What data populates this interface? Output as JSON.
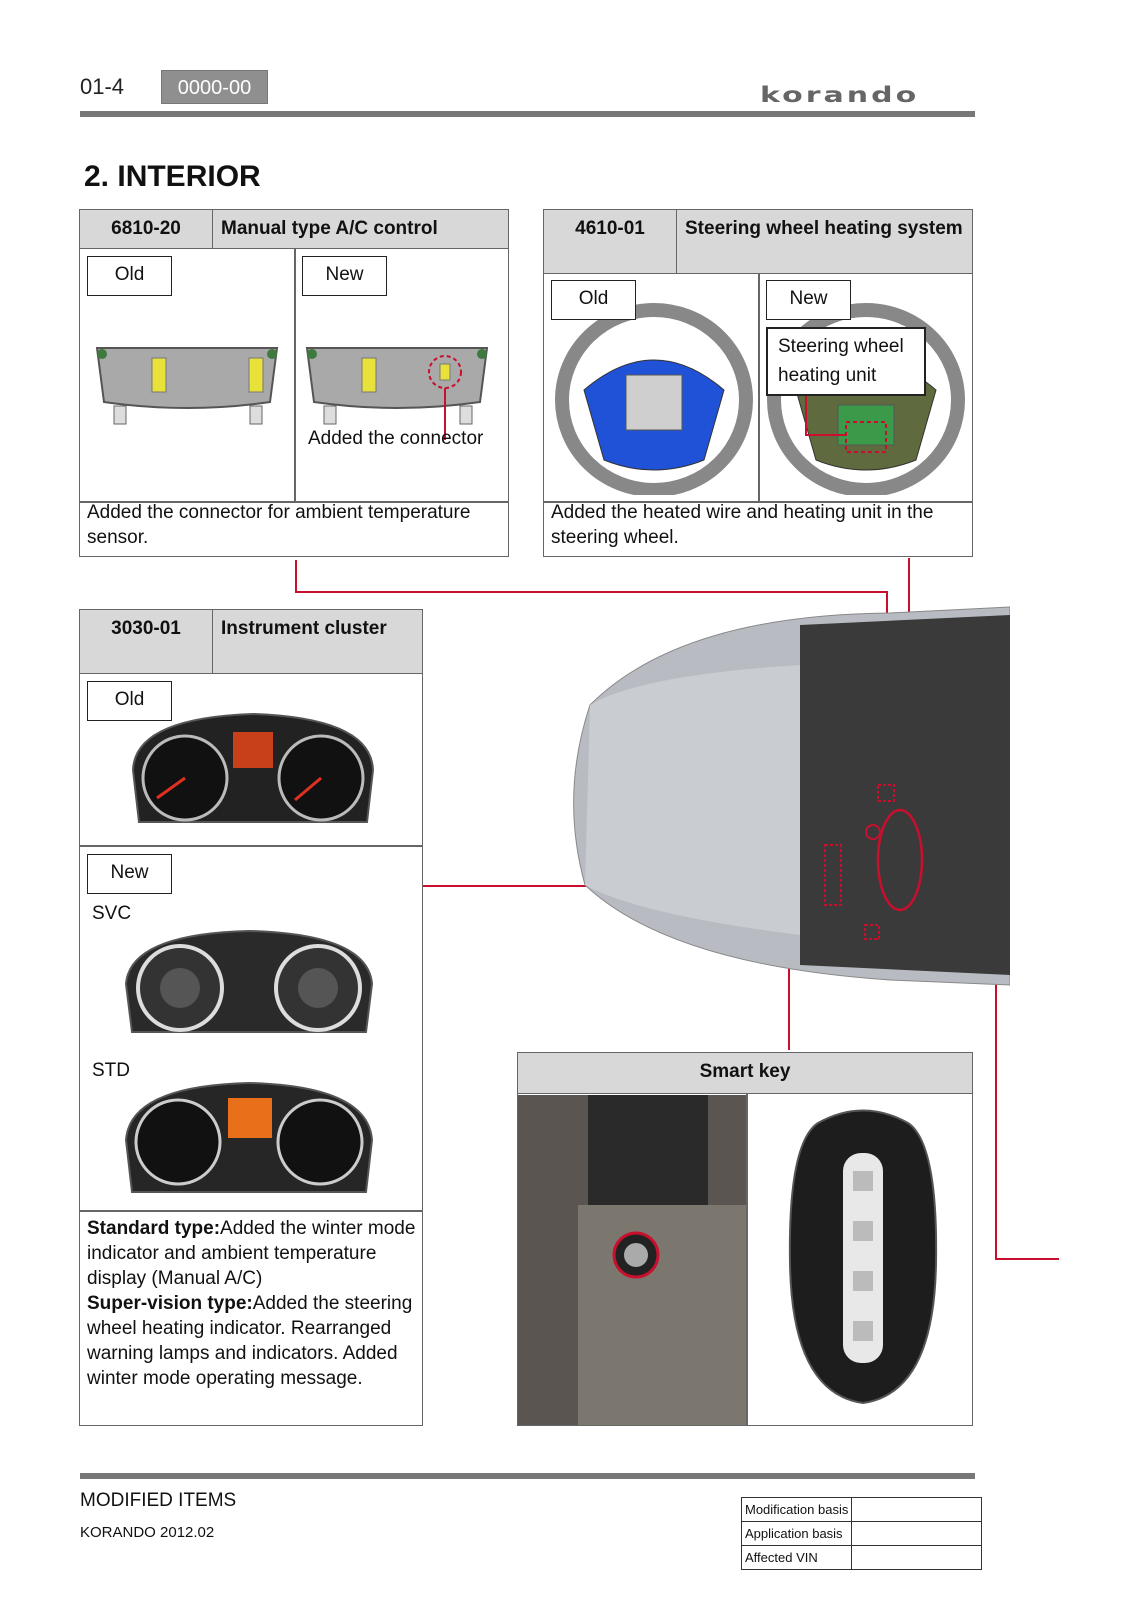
{
  "header": {
    "page_number": "01-4",
    "code": "0000-00",
    "brand": "korando"
  },
  "section_title": "2. INTERIOR",
  "ac": {
    "code": "6810-20",
    "title": "Manual type A/C control",
    "old": "Old",
    "new": "New",
    "callout": "Added the connector",
    "desc": "Added the connector for ambient temperature sensor."
  },
  "steering": {
    "code": "4610-01",
    "title": "Steering wheel heating system",
    "old": "Old",
    "new": "New",
    "callout_line1": "Steering wheel",
    "callout_line2": "heating unit",
    "desc": "Added the heated wire and heating unit in the steering wheel."
  },
  "cluster": {
    "code": "3030-01",
    "title": "Instrument cluster",
    "old": "Old",
    "new": "New",
    "svc": "SVC",
    "std": "STD",
    "desc_bold_1": "Standard type:",
    "desc_1": "Added the winter mode indicator and ambient temperature display (Manual A/C)",
    "desc_bold_2": "Super-vision type:",
    "desc_2": "Added the steering wheel heating indicator. Rearranged warning lamps and indicators. Added winter mode operating message."
  },
  "smart_key": {
    "title": "Smart key"
  },
  "footer": {
    "title": "MODIFIED ITEMS",
    "subtitle": "KORANDO 2012.02",
    "rows": [
      "Modification basis",
      "Application basis",
      "Affected VIN"
    ]
  },
  "colors": {
    "accent_red": "#c8102e",
    "header_gray": "#d8d8d8",
    "rule_gray": "#777777"
  }
}
